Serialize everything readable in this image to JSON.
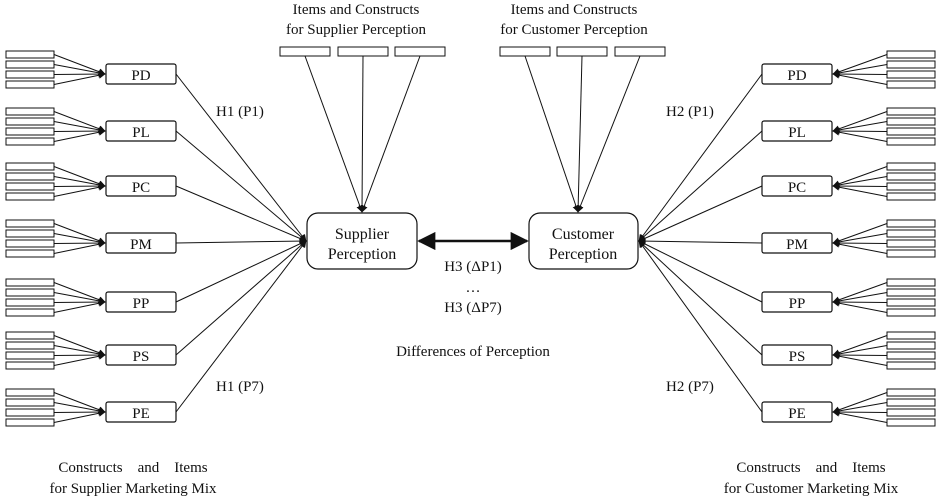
{
  "top_left_label": [
    "Items and  Constructs",
    "for Supplier Perception"
  ],
  "top_right_label": [
    "Items and  Constructs",
    "for Customer Perception"
  ],
  "supplier_node": [
    "Supplier",
    "Perception"
  ],
  "customer_node": [
    "Customer",
    "Perception"
  ],
  "left_constructs": [
    "PD",
    "PL",
    "PC",
    "PM",
    "PP",
    "PS",
    "PE"
  ],
  "right_constructs": [
    "PD",
    "PL",
    "PC",
    "PM",
    "PP",
    "PS",
    "PE"
  ],
  "h1_top": "H1 (P1)",
  "h1_bottom": "H1 (P7)",
  "h2_top": "H2 (P1)",
  "h2_bottom": "H2 (P7)",
  "h3_first": "H3 (ΔP1)",
  "h3_ellipsis": "…",
  "h3_last": "H3 (ΔP7)",
  "differences_label": "Differences of  Perception",
  "bottom_left_label": [
    "Constructs    and    Items",
    "for Supplier Marketing Mix"
  ],
  "bottom_right_label": [
    "Constructs    and    Items",
    "for Customer Marketing Mix"
  ],
  "colors": {
    "stroke": "#111111",
    "background": "#ffffff"
  }
}
